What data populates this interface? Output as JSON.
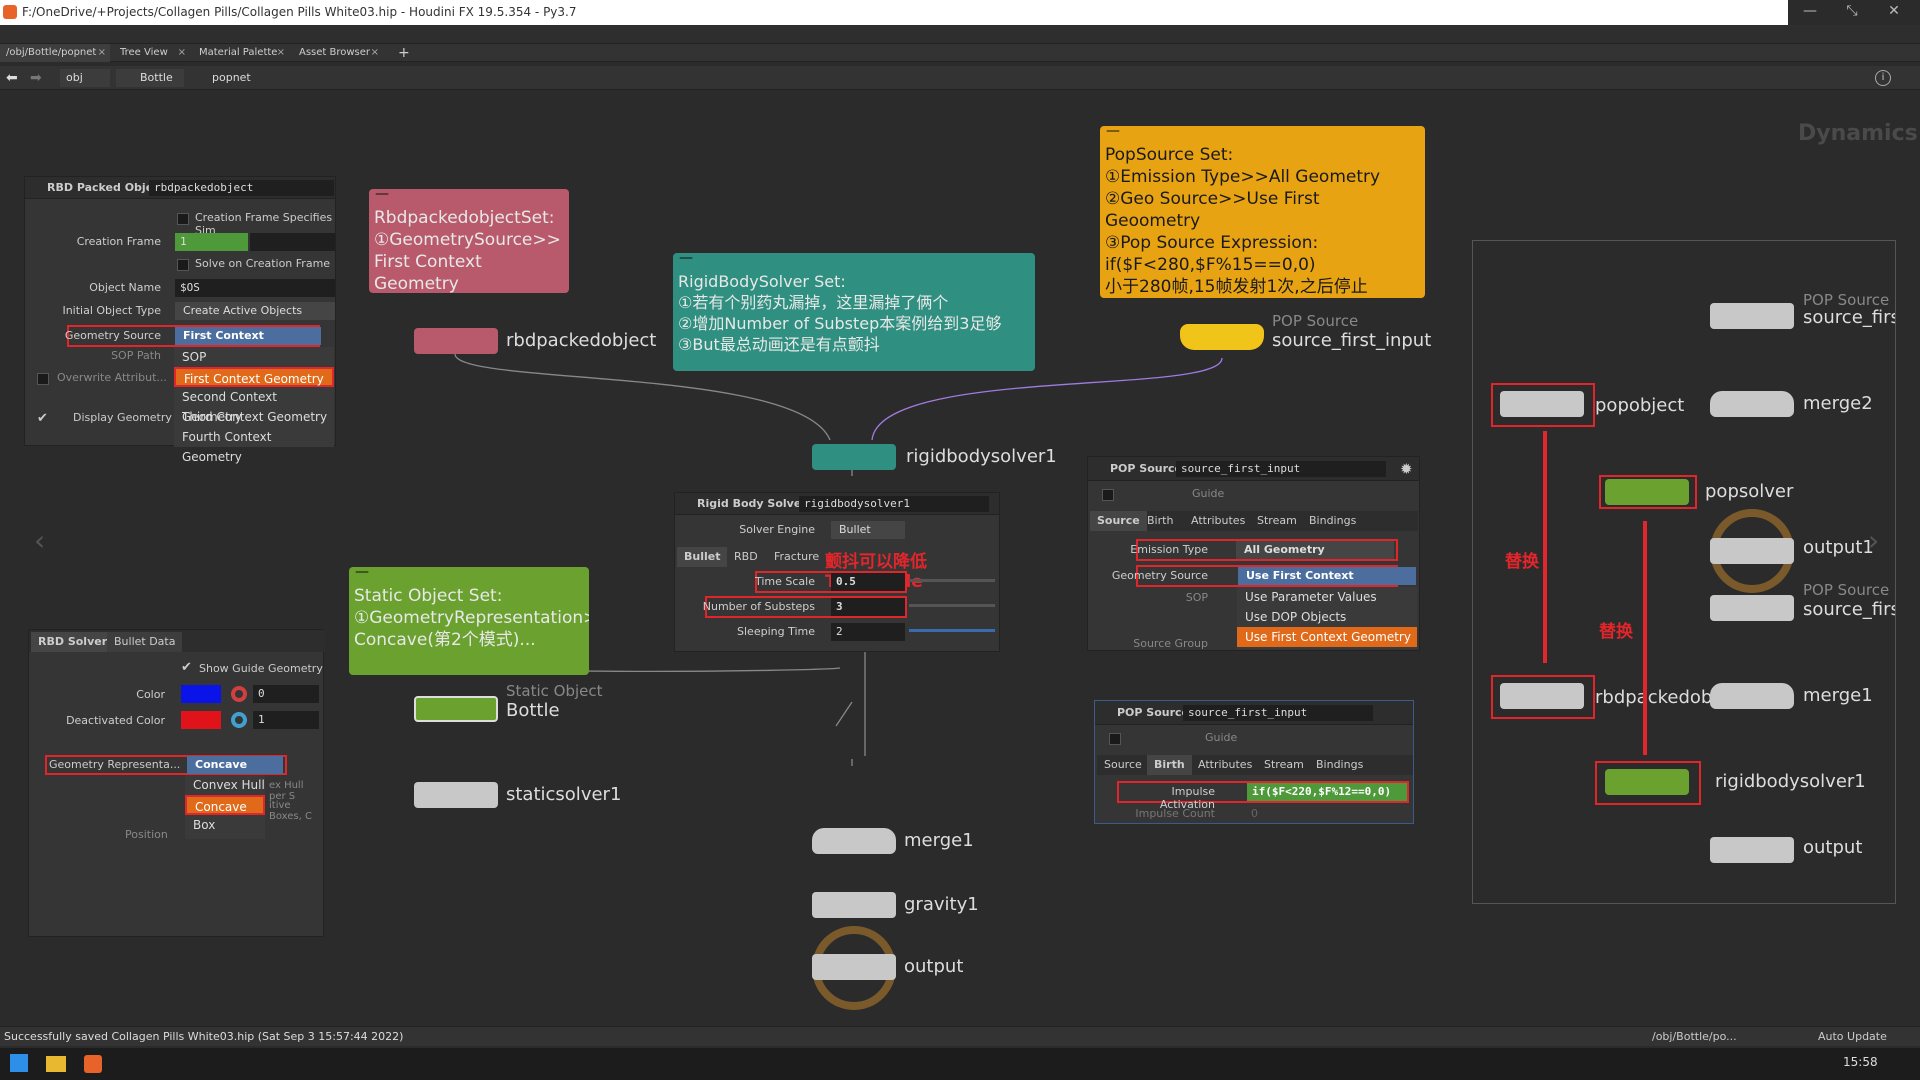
{
  "title_bar": {
    "text": "F:/OneDrive/+Projects/Collagen Pills/Collagen Pills White03.hip - Houdini FX 19.5.354 - Py3.7"
  },
  "tabs": [
    {
      "label": "/obj/Bottle/popnet"
    },
    {
      "label": "Tree View"
    },
    {
      "label": "Material Palette"
    },
    {
      "label": "Asset Browser"
    }
  ],
  "add_tab": "+",
  "path": {
    "root": "obj",
    "level1": "Bottle",
    "level2": "popnet"
  },
  "context_label": "Dynamics",
  "stickies": {
    "rbd": {
      "text": "RbdpackedobjectSet:\n①GeometrySource>>\nFirst Context Geometry",
      "color": "#b85a6c"
    },
    "rigid": {
      "text": "RigidBodySolver Set:\n①若有个别药丸漏掉，这里漏掉了俩个\n②增加Number of Substep本案例给到3足够\n③But最总动画还是有点颤抖",
      "color": "#2f8f80"
    },
    "pop": {
      "text": "PopSource Set:\n①Emission Type>>All Geometry\n②Geo Source>>Use First Geoometry\n③Pop Source Expression:\nif($F<280,$F%15==0,0)\n小于280帧,15帧发射1次,之后停止",
      "color": "#e8a313"
    },
    "static": {
      "text": "Static Object Set:\n①GeometryRepresentation>>\nConcave(第2个模式)...",
      "color": "#6aa12f"
    }
  },
  "nodes": {
    "rbdpackedobject": {
      "label": "rbdpackedobject"
    },
    "pop_source": {
      "type": "POP Source",
      "label": "source_first_input"
    },
    "rigidbodysolver1": {
      "label": "rigidbodysolver1"
    },
    "static_bottle": {
      "type": "Static Object",
      "label": "Bottle"
    },
    "staticsolver1": {
      "label": "staticsolver1"
    },
    "merge1": {
      "label": "merge1"
    },
    "gravity1": {
      "label": "gravity1"
    },
    "output": {
      "label": "output"
    }
  },
  "rbd_panel": {
    "header": "RBD Packed Object",
    "name": "rbdpackedobject",
    "creation_frame_specifies": "Creation Frame Specifies Sim",
    "creation_frame_label": "Creation Frame",
    "creation_frame_value": "1",
    "solve_on_creation": "Solve on Creation Frame",
    "object_name_label": "Object Name",
    "object_name_value": "$OS",
    "initial_object_type_label": "Initial Object Type",
    "initial_object_type_value": "Create Active Objects",
    "geometry_source_label": "Geometry Source",
    "geometry_source_value": "First Context Geometry",
    "sop_path_label": "SOP Path",
    "overwrite_label": "Overwrite Attribut...",
    "display_geometry_label": "Display Geometry",
    "menu": [
      "SOP",
      "First Context Geometry",
      "Second Context Geometry",
      "Third Context Geometry",
      "Fourth Context Geometry"
    ]
  },
  "rigid_panel": {
    "header": "Rigid Body Solver",
    "name": "rigidbodysolver1",
    "solver_engine_label": "Solver Engine",
    "solver_engine_value": "Bullet",
    "tabs": [
      "Bullet",
      "RBD",
      "Fracture"
    ],
    "annotation": "颤抖可以降低TimeScale",
    "time_scale_label": "Time Scale",
    "time_scale_value": "0.5",
    "substeps_label": "Number of Substeps",
    "substeps_value": "3",
    "sleeping_label": "Sleeping Time",
    "sleeping_value": "2"
  },
  "static_panel": {
    "tabs": [
      "RBD Solver",
      "Bullet Data"
    ],
    "show_guide": "Show Guide Geometry",
    "color_label": "Color",
    "color_value": "0",
    "deactivated_label": "Deactivated Color",
    "deactivated_value": "1",
    "georep_label": "Geometry Representa...",
    "georep_value": "Concave",
    "extra1": "ex Hull per S",
    "extra2": "itive Boxes, C",
    "position_label": "Position",
    "menu": [
      "Convex Hull",
      "Concave",
      "Box"
    ],
    "colors": {
      "guide": "#0a14e8",
      "deactivated": "#e0121a"
    }
  },
  "pop_panel1": {
    "header": "POP Source",
    "name": "source_first_input",
    "guide_label": "Guide",
    "tabs": [
      "Source",
      "Birth",
      "Attributes",
      "Stream",
      "Bindings"
    ],
    "emission_label": "Emission Type",
    "emission_value": "All Geometry",
    "geosource_label": "Geometry Source",
    "geosource_value": "Use First Context Geometry",
    "sop_label": "SOP",
    "sourcegroup_label": "Source Group",
    "menu": [
      "Use Parameter Values",
      "Use DOP Objects",
      "Use First Context Geometry"
    ]
  },
  "pop_panel2": {
    "header": "POP Source",
    "name": "source_first_input",
    "guide_label": "Guide",
    "tabs": [
      "Source",
      "Birth",
      "Attributes",
      "Stream",
      "Bindings"
    ],
    "impulse_label": "Impulse Activation",
    "impulse_value": "if($F<220,$F%12==0,0)",
    "impulse_count_label": "Impulse Count",
    "impulse_count_value": "0"
  },
  "right_panel": {
    "pop_source_type": "POP Source",
    "pop_source_label": "source_first",
    "merge2": "merge2",
    "popobject": "popobject",
    "popsolver": "popsolver",
    "output1": "output1",
    "pop_source2_type": "POP Source",
    "pop_source2_label": "source_first",
    "merge1": "merge1",
    "rbdpackedobject": "rbdpackedobje",
    "rigidbodysolver1": "rigidbodysolver1",
    "output": "output",
    "replace1": "替换",
    "replace2": "替换"
  },
  "status": {
    "message": "Successfully saved Collagen Pills White03.hip (Sat Sep  3 15:57:44 2022)",
    "path": "/obj/Bottle/po...",
    "update": "Auto Update"
  },
  "taskbar": {
    "time": "15:58"
  }
}
